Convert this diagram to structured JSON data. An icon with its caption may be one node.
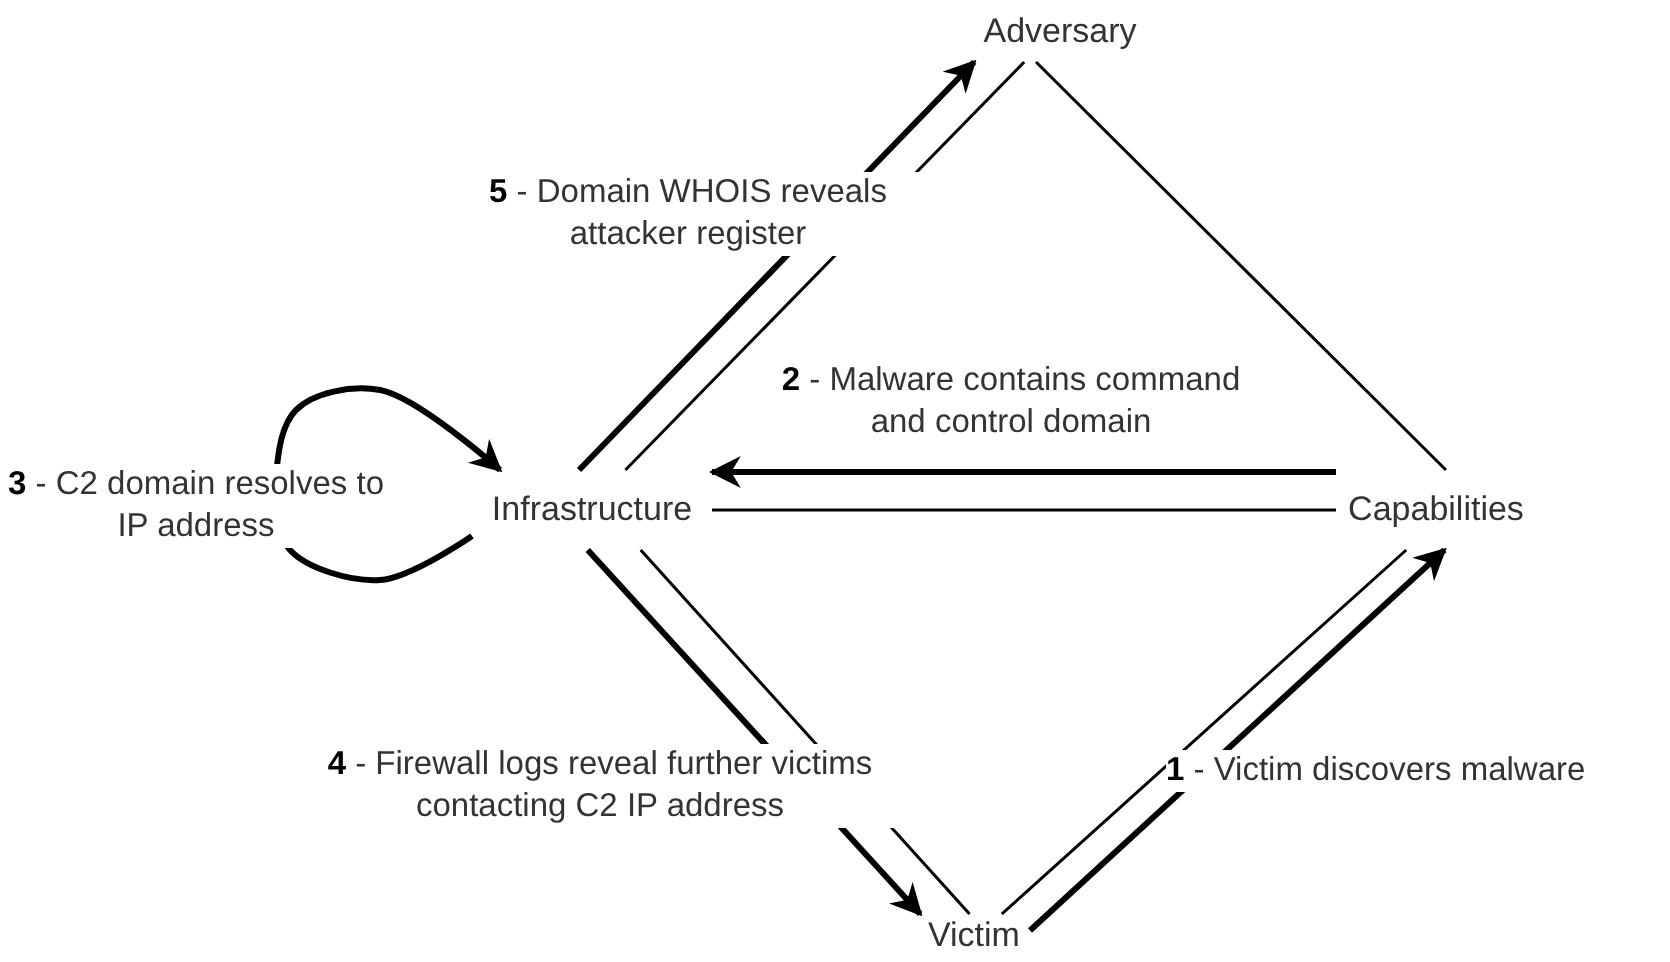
{
  "diagram": {
    "nodes": [
      {
        "text": [
          "Adversary"
        ]
      },
      {
        "text": [
          "Infrastructure"
        ]
      },
      {
        "text": [
          "Capabilities"
        ]
      },
      {
        "text": [
          "Victim"
        ]
      }
    ],
    "edges": [
      {
        "from": 0,
        "to": 2,
        "arrow": "none"
      },
      {
        "from": 1,
        "to": 0,
        "arrow": "none"
      },
      {
        "from": 1,
        "to": 2,
        "arrow": "none"
      },
      {
        "from": 1,
        "to": 3,
        "arrow": "none"
      },
      {
        "from": 3,
        "to": 2,
        "arrow": "none"
      },
      {
        "from": 3,
        "to": 2,
        "arrow": "to",
        "style": "thick",
        "label": "**1** - Victim discovers malware"
      },
      {
        "from": 2,
        "to": 1,
        "arrow": "to",
        "style": "thick",
        "label": "**2** - Malware contains command and control domain"
      },
      {
        "from": 1,
        "to": 1,
        "arrow": "to",
        "style": "thick",
        "label": "**3** - C2 domain resolves to IP address"
      },
      {
        "from": 1,
        "to": 3,
        "arrow": "to",
        "style": "thick",
        "label": "**4** - Firewall logs reveal further victims contacting C2 IP address"
      },
      {
        "from": 1,
        "to": 0,
        "arrow": "to",
        "style": "thick",
        "label": "**5** - Domain WHOIS reveals attacker register"
      }
    ]
  }
}
